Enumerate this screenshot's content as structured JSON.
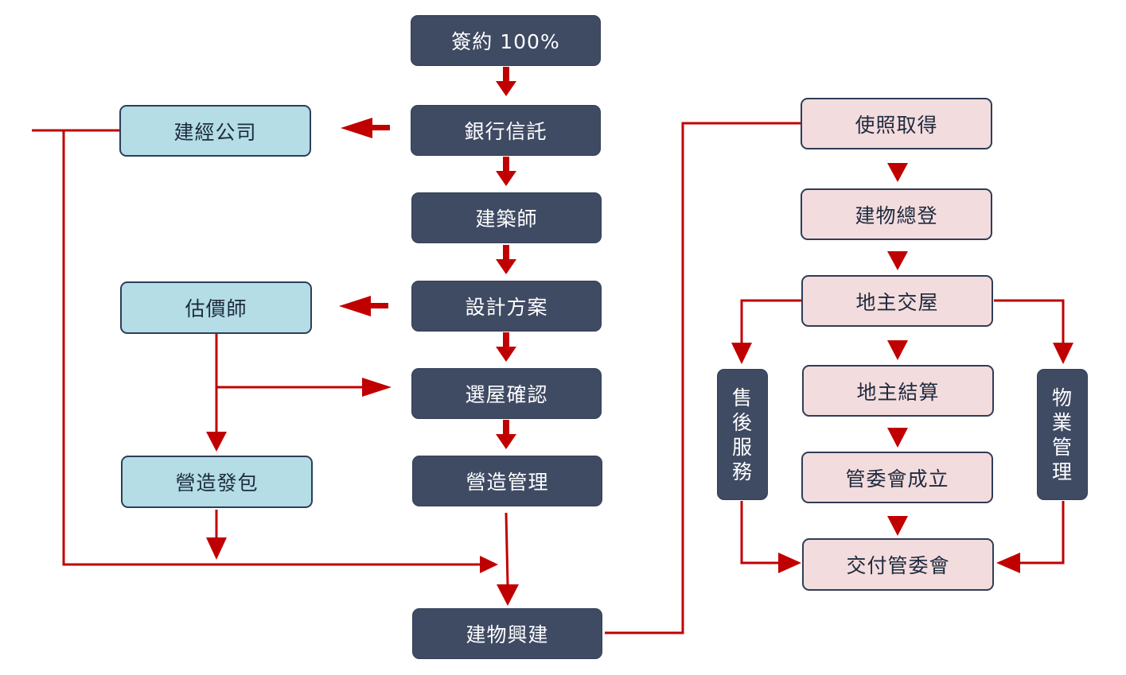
{
  "colors": {
    "dark_box": "#3f4a63",
    "blue_box": "#b4dde6",
    "pink_box": "#f3dcdd",
    "arrow": "#c00000",
    "border": "#2f3d57"
  },
  "center_column": {
    "sign": "簽約 100%",
    "bank_trust": "銀行信託",
    "architect": "建築師",
    "design_plan": "設計方案",
    "unit_selection": "選屋確認",
    "construction_management": "營造管理",
    "building_construction": "建物興建"
  },
  "left_column": {
    "developer": "建經公司",
    "appraiser": "估價師",
    "construction_contract": "營造發包"
  },
  "right_column": {
    "usage_permit": "使照取得",
    "building_registration": "建物總登",
    "handover_to_owners": "地主交屋",
    "owner_settlement": "地主結算",
    "committee_established": "管委會成立",
    "handover_to_committee": "交付管委會"
  },
  "side_boxes": {
    "after_sales": [
      "售",
      "後",
      "服",
      "務"
    ],
    "property_management": [
      "物",
      "業",
      "管",
      "理"
    ]
  }
}
